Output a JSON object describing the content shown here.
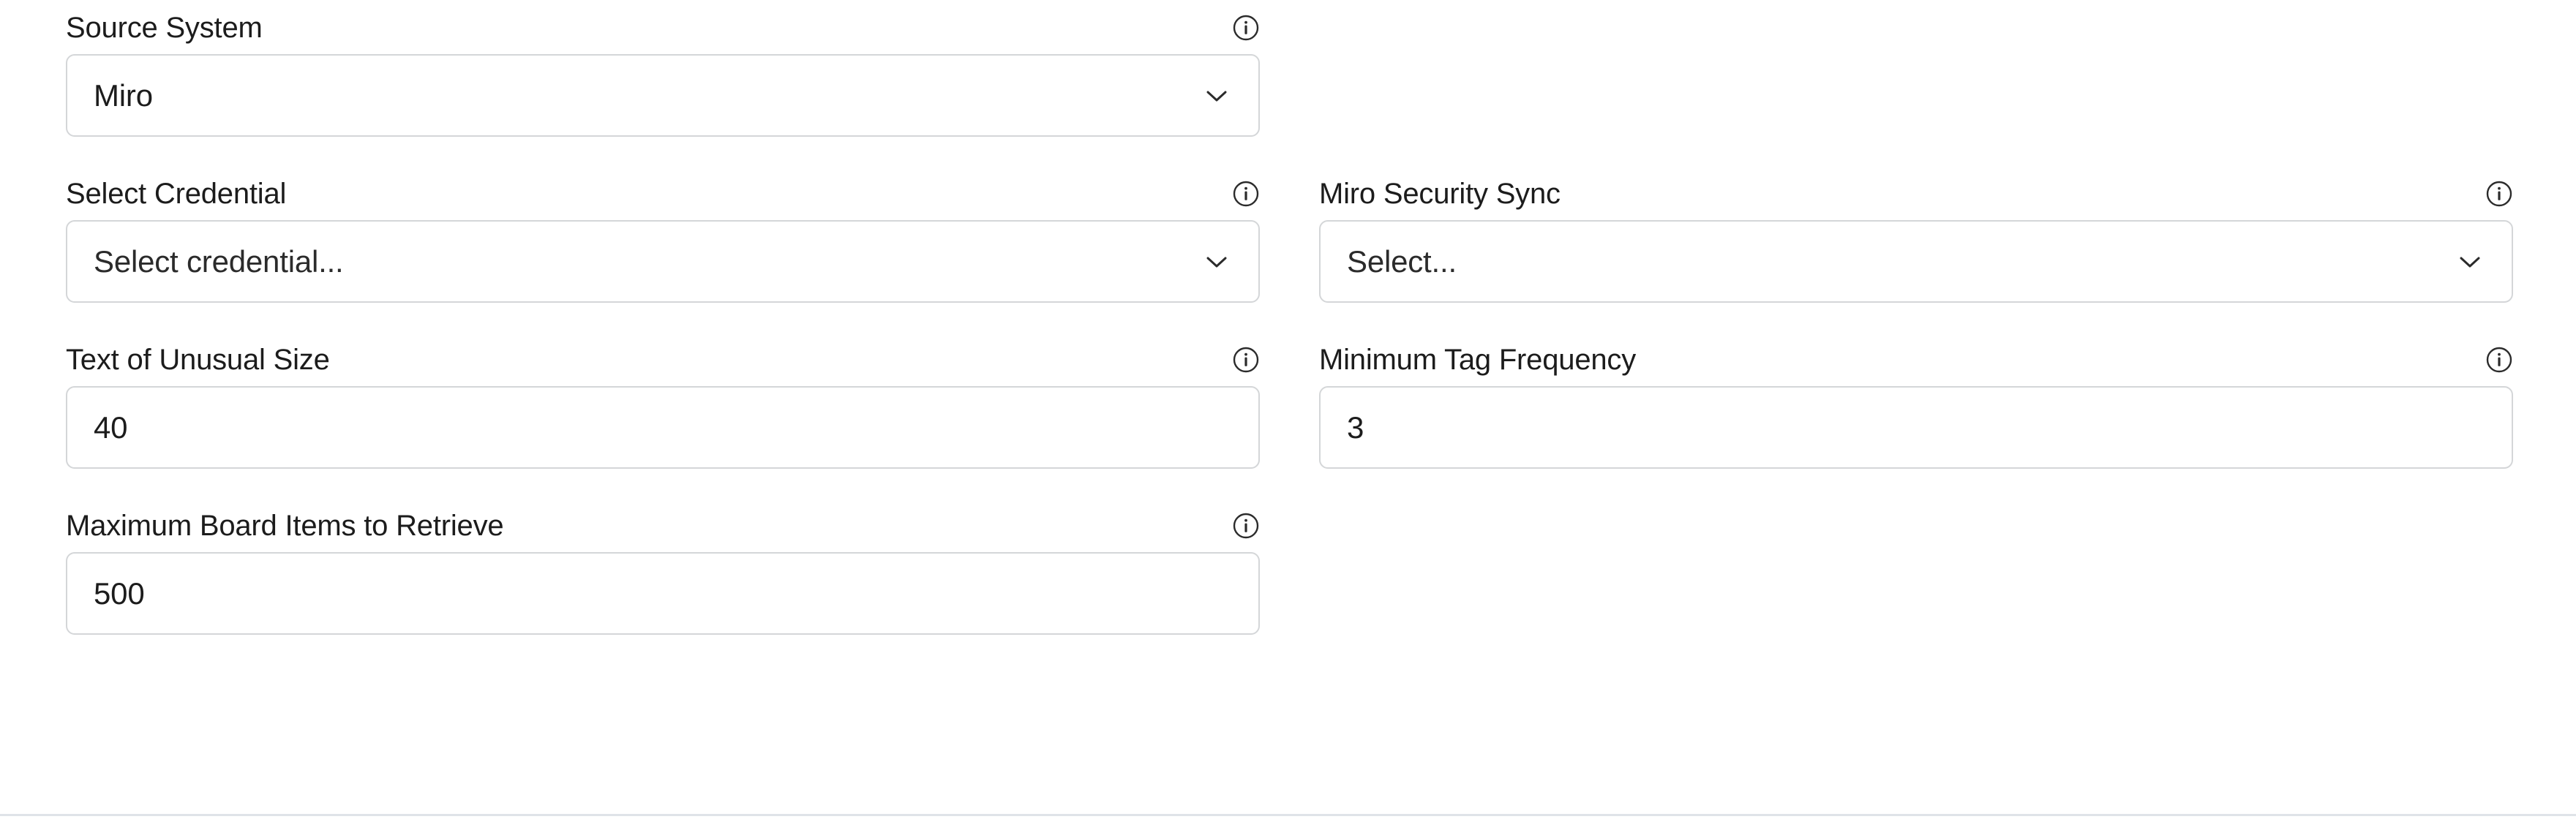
{
  "panel": {
    "name": "source-configuration-form",
    "columns": 2
  },
  "icons": {
    "info": "info-circle-icon",
    "chevron": "chevron-down-icon"
  },
  "fields": [
    {
      "id": "source-system",
      "label": "Source System",
      "type": "select",
      "value": "Miro",
      "placeholder": "",
      "column": "left",
      "has_info": true,
      "has_chevron": true
    },
    {
      "id": "select-credential",
      "label": "Select Credential",
      "type": "select",
      "value": "Select credential...",
      "placeholder": "Select credential...",
      "column": "left",
      "has_info": true,
      "has_chevron": true
    },
    {
      "id": "miro-security-sync",
      "label": "Miro Security Sync",
      "type": "select",
      "value": "Select...",
      "placeholder": "Select...",
      "column": "right",
      "has_info": true,
      "has_chevron": true
    },
    {
      "id": "text-of-unusual-size",
      "label": "Text of Unusual Size",
      "type": "number",
      "value": "40",
      "placeholder": "",
      "column": "left",
      "has_info": true,
      "has_chevron": false
    },
    {
      "id": "minimum-tag-frequency",
      "label": "Minimum Tag Frequency",
      "type": "number",
      "value": "3",
      "placeholder": "",
      "column": "right",
      "has_info": true,
      "has_chevron": false
    },
    {
      "id": "maximum-board-items-to-retrieve",
      "label": "Maximum Board Items to Retrieve",
      "type": "number",
      "value": "500",
      "placeholder": "",
      "column": "left",
      "has_info": true,
      "has_chevron": false
    }
  ],
  "colors": {
    "background": "#ffffff",
    "text": "#1c1c1c",
    "border": "#d4d6d8",
    "divider": "#dfe3e8",
    "icon": "#2b2b2b"
  }
}
